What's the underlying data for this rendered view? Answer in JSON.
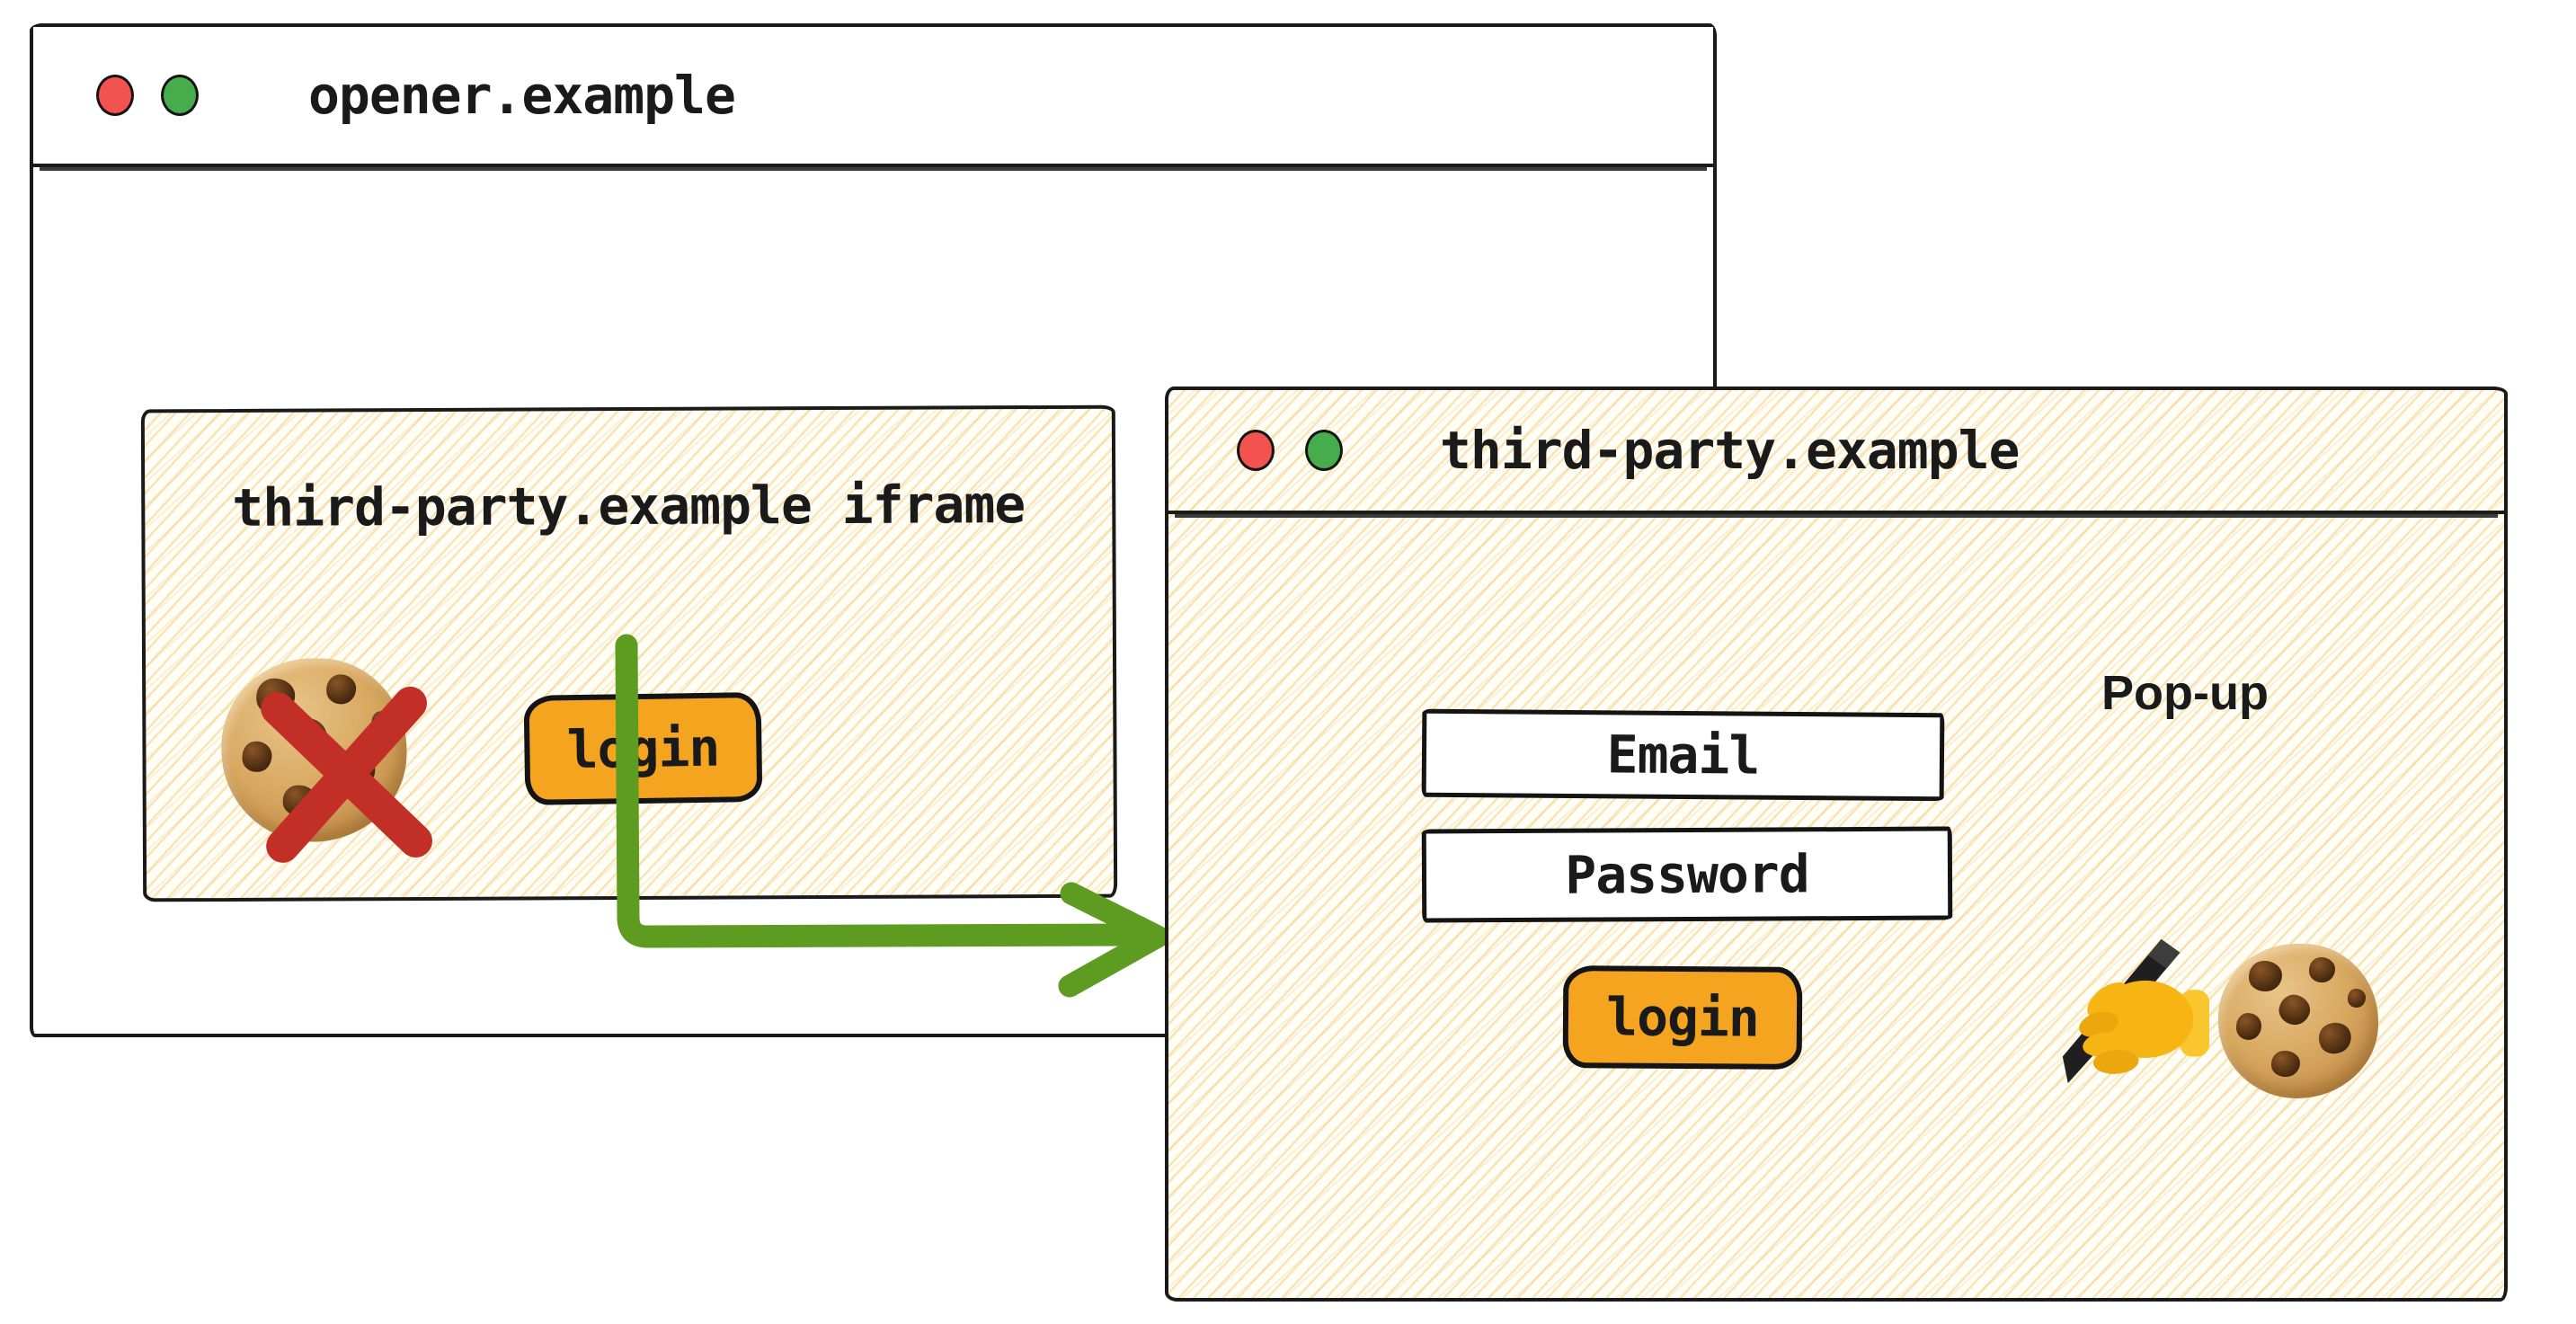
{
  "colors": {
    "accent_orange": "#f5a41f",
    "arrow_green": "#5d9c20",
    "blocked_red": "#c22f27",
    "traffic_red": "#f2534e",
    "traffic_green": "#46ad4d",
    "ink": "#1a1a1a",
    "hatch_line": "#f3d194"
  },
  "opener_window": {
    "title": "opener.example",
    "traffic_lights": [
      "red",
      "green"
    ],
    "iframe": {
      "label": "third-party.example iframe",
      "login_button_label": "login",
      "blocked_cookie_icon": "cookie-with-red-cross"
    }
  },
  "arrow": {
    "meaning": "login click opens pop-up",
    "from": "iframe login button",
    "to": "pop-up window"
  },
  "popup_window": {
    "title": "third-party.example",
    "traffic_lights": [
      "red",
      "green"
    ],
    "annotation": "Pop-up",
    "email_field_label": "Email",
    "password_field_label": "Password",
    "login_button_label": "login",
    "icons": [
      "writing-hand",
      "cookie"
    ]
  }
}
